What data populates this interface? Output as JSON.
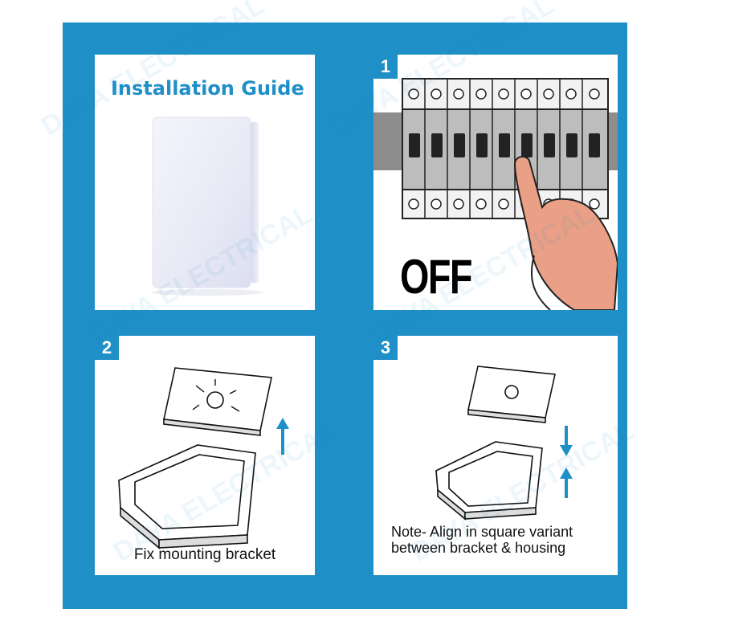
{
  "guide": {
    "title": "Installation Guide"
  },
  "steps": [
    {
      "number": "1",
      "label": "OFF"
    },
    {
      "number": "2",
      "caption": "Fix mounting bracket"
    },
    {
      "number": "3",
      "caption_line1": "Note- Align in square variant",
      "caption_line2": "between bracket & housing"
    }
  ],
  "watermark": {
    "text": "DAYA ELECTRICAL"
  },
  "colors": {
    "brand_blue": "#1f8fc7",
    "arrow_blue": "#1f8fc7"
  }
}
